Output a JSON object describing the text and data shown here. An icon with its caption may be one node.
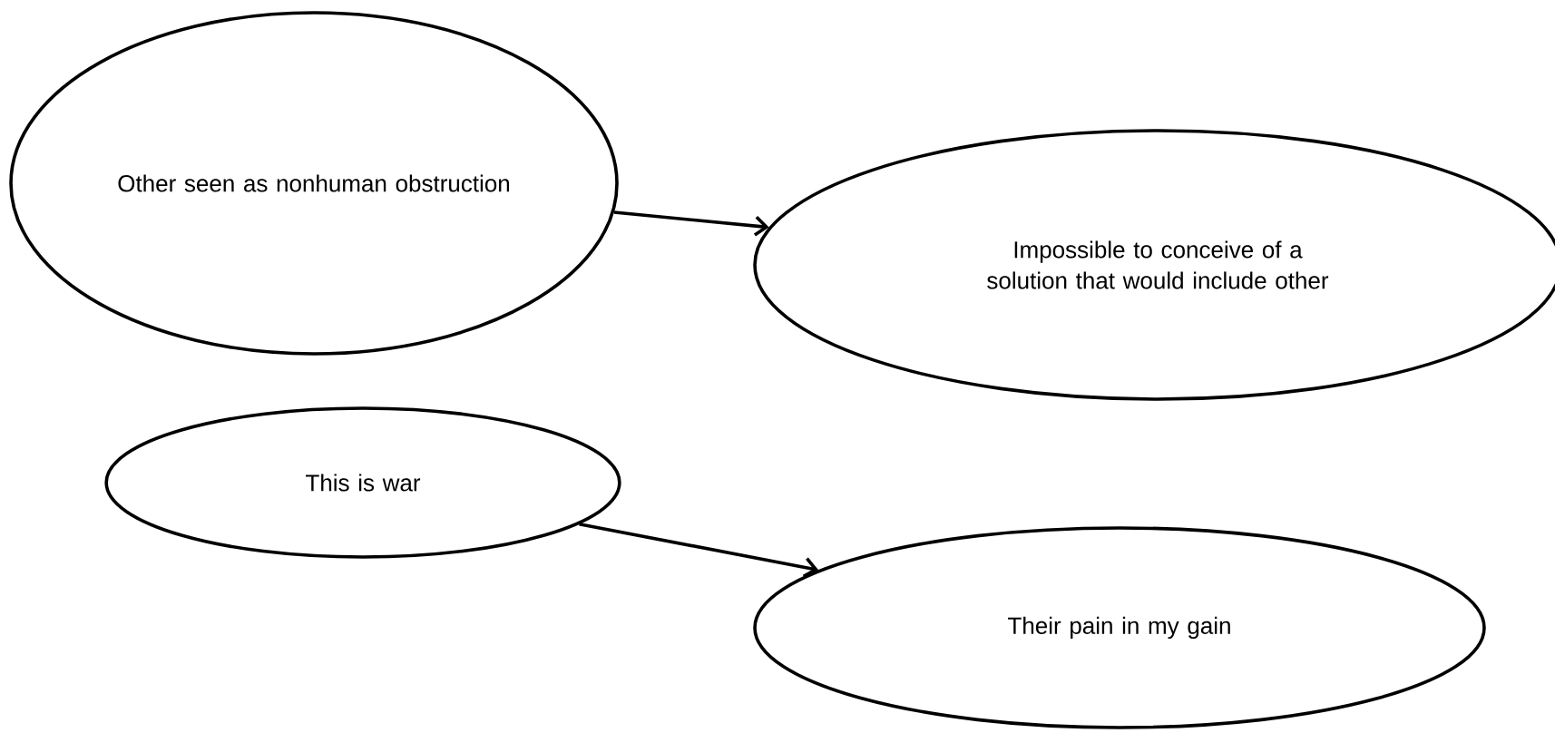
{
  "diagram": {
    "nodes": [
      {
        "text": [
          "Other seen as nonhuman obstruction"
        ]
      },
      {
        "text": [
          "Impossible to conceive of a solution that would include other"
        ]
      },
      {
        "text": [
          "This is war"
        ]
      },
      {
        "text": [
          "Their pain in my gain"
        ]
      }
    ],
    "edges": [
      {
        "from": 0,
        "to": 1,
        "arrow": "to"
      },
      {
        "from": 2,
        "to": 3,
        "arrow": "to"
      }
    ]
  }
}
